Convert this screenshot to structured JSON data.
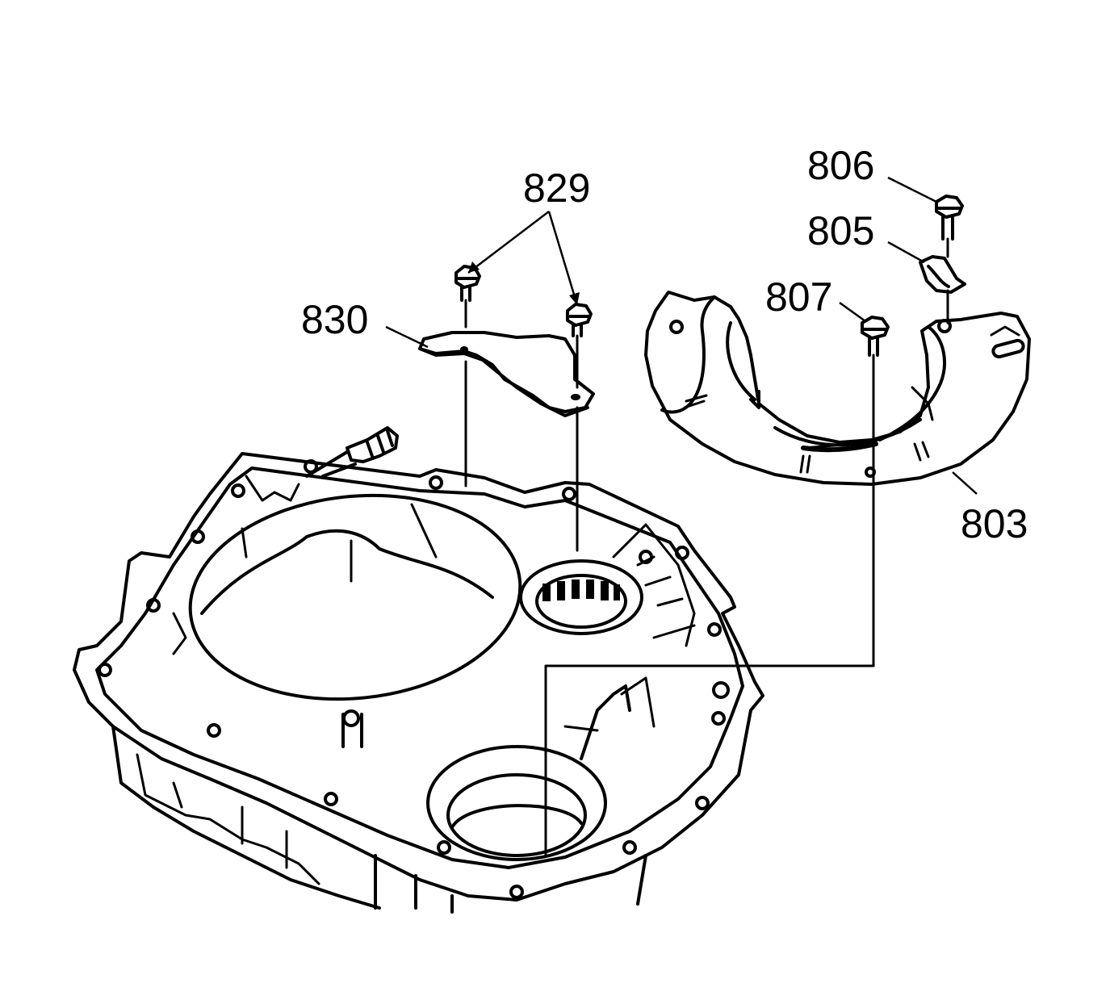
{
  "callouts": {
    "c806": "806",
    "c805": "805",
    "c829": "829",
    "c807": "807",
    "c830": "830",
    "c803": "803"
  },
  "colors": {
    "ink": "#000000",
    "background": "#ffffff"
  }
}
